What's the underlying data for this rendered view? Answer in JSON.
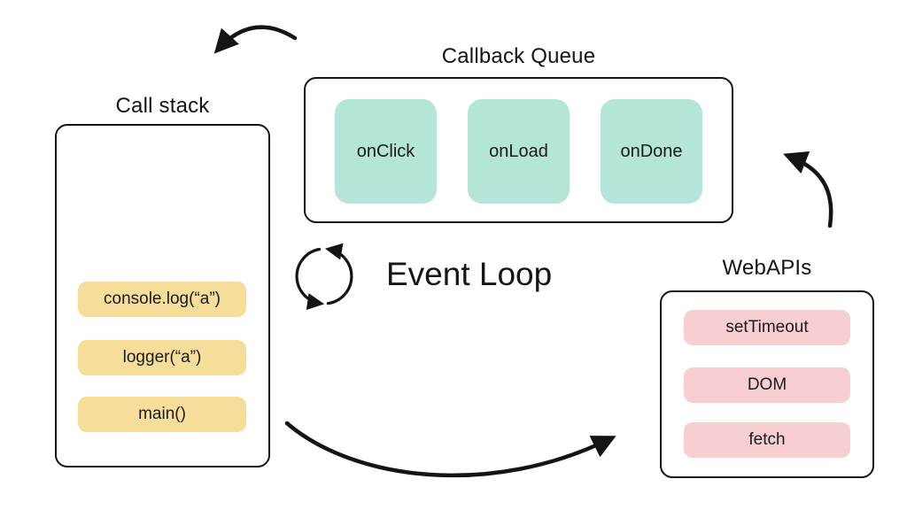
{
  "call_stack": {
    "title": "Call stack",
    "frames": [
      "console.log(“a”)",
      "logger(“a”)",
      "main()"
    ]
  },
  "callback_queue": {
    "title": "Callback Queue",
    "items": [
      "onClick",
      "onLoad",
      "onDone"
    ]
  },
  "web_apis": {
    "title": "WebAPIs",
    "items": [
      "setTimeout",
      "DOM",
      "fetch"
    ]
  },
  "event_loop": {
    "label": "Event Loop",
    "icon": "cycle-arrows-icon"
  },
  "colors": {
    "callback_item": "#b4e5d9",
    "stack_frame": "#f6dd9a",
    "webapi_item": "#f7cfd1",
    "stroke": "#141414",
    "background": "#ffffff"
  }
}
